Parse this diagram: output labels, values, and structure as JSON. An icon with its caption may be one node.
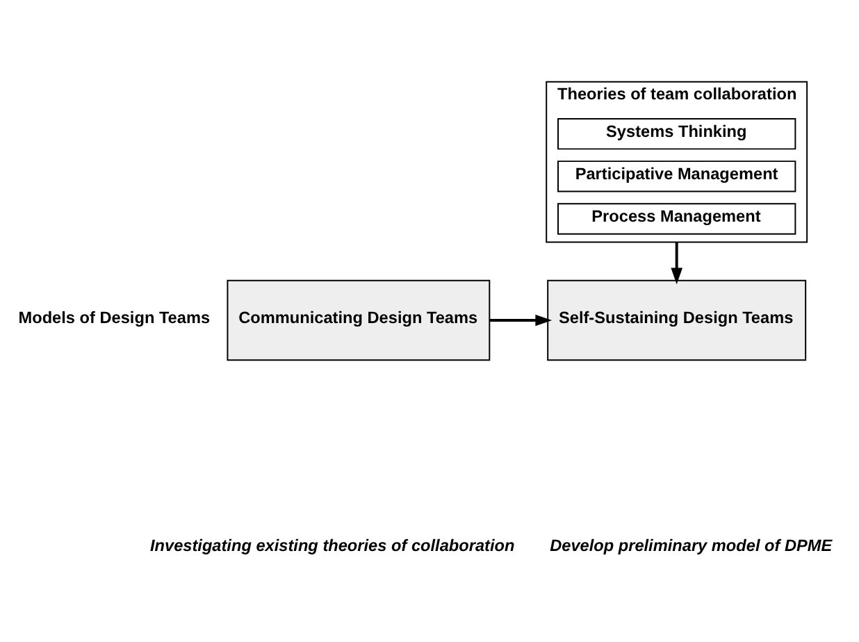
{
  "diagram": {
    "nodes": [
      {
        "text": [
          "Theories of team collaboration"
        ]
      },
      {
        "text": [
          "Systems Thinking"
        ],
        "in": 0
      },
      {
        "text": [
          "Participative Management"
        ],
        "in": 0
      },
      {
        "text": [
          "Process Management"
        ],
        "in": 0
      },
      {
        "text": [
          "Communicating Design Teams"
        ],
        "beside": [
          "Models of Design Teams"
        ]
      },
      {
        "text": [
          "Self-Sustaining Design Teams"
        ]
      }
    ],
    "edges": [
      {
        "from": 0,
        "to": 5,
        "arrow": "to"
      },
      {
        "from": 4,
        "to": 5,
        "arrow": "to"
      }
    ],
    "labels": [
      "Investigating existing theories of collaboration",
      "Develop preliminary model of DPME"
    ]
  }
}
